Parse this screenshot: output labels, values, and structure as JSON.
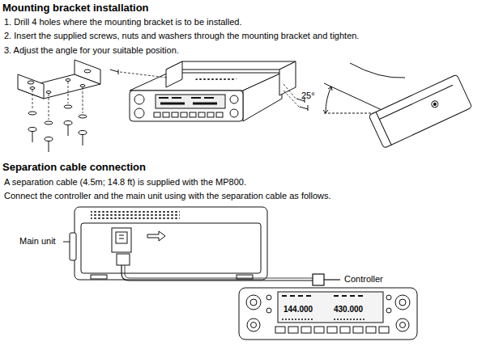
{
  "diagram": {
    "title": "Mounting bracket installation",
    "labels": [
      "1. Drill 4 holes where the mounting bracket is to be installed.",
      "2. Insert the supplied screws, nuts and washers through the mounting bracket and tighten.",
      "3. Adjust the angle for your suitable position.",
      "25°",
      "Separation cable connection",
      "A separation cable (4.5m; 14.8 ft) is supplied with the MP800.",
      "Connect the controller and the main unit using with the separation cable as follows.",
      "Main unit",
      "Controller",
      "144.000",
      "430.000"
    ]
  }
}
